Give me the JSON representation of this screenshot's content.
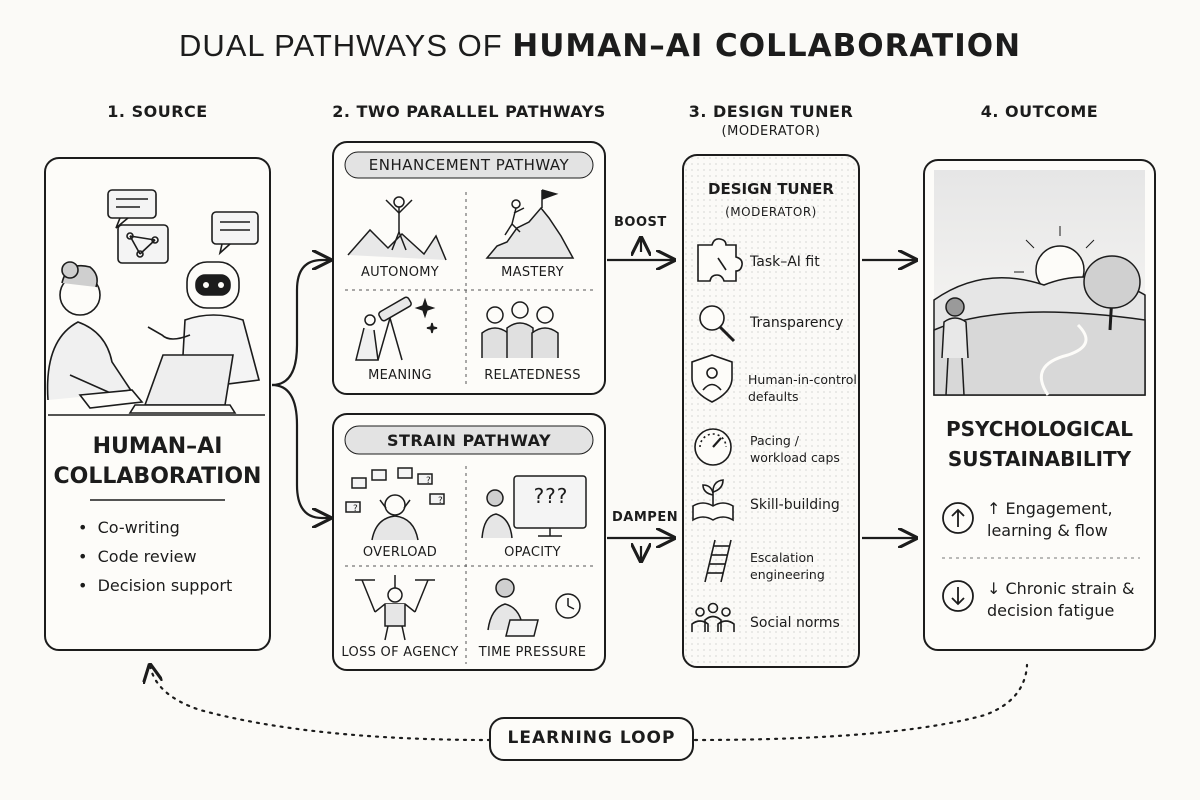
{
  "title": {
    "light": "DUAL PATHWAYS OF ",
    "bold": "HUMAN–AI COLLABORATION"
  },
  "columns": {
    "source": "1. SOURCE",
    "pathways": "2. TWO PARALLEL PATHWAYS",
    "tuner": "3. DESIGN TUNER",
    "tuner_sub": "(MODERATOR)",
    "outcome": "4. OUTCOME"
  },
  "source": {
    "title_line1": "HUMAN–AI",
    "title_line2": "COLLABORATION",
    "items": [
      "Co-writing",
      "Code review",
      "Decision support"
    ]
  },
  "enhancement": {
    "banner": "ENHANCEMENT PATHWAY",
    "cells": [
      "AUTONOMY",
      "MASTERY",
      "MEANING",
      "RELATEDNESS"
    ]
  },
  "strain": {
    "banner": "STRAIN PATHWAY",
    "cells": [
      "OVERLOAD",
      "OPACITY",
      "LOSS OF AGENCY",
      "TIME PRESSURE"
    ]
  },
  "arrows": {
    "boost": "BOOST",
    "dampen": "DAMPEN"
  },
  "tuner": {
    "title": "DESIGN TUNER",
    "subtitle": "(MODERATOR)",
    "items": [
      {
        "icon": "puzzle-icon",
        "line1": "Task–AI fit",
        "line2": ""
      },
      {
        "icon": "magnifier-icon",
        "line1": "Transparency",
        "line2": ""
      },
      {
        "icon": "shield-person-icon",
        "line1": "Human-in-control",
        "line2": "defaults"
      },
      {
        "icon": "gauge-icon",
        "line1": "Pacing /",
        "line2": "workload caps"
      },
      {
        "icon": "sprout-book-icon",
        "line1": "Skill-building",
        "line2": ""
      },
      {
        "icon": "ladder-icon",
        "line1": "Escalation",
        "line2": "engineering"
      },
      {
        "icon": "people-icon",
        "line1": "Social norms",
        "line2": ""
      }
    ]
  },
  "outcome": {
    "title_line1": "PSYCHOLOGICAL",
    "title_line2": "SUSTAINABILITY",
    "up_line1": "↑ Engagement,",
    "up_line2": "learning & flow",
    "down_line1": "↓ Chronic strain &",
    "down_line2": "decision fatigue"
  },
  "loop": {
    "label": "LEARNING LOOP"
  },
  "bubble_qmarks": "?,?,?",
  "screen_qmarks": "???"
}
